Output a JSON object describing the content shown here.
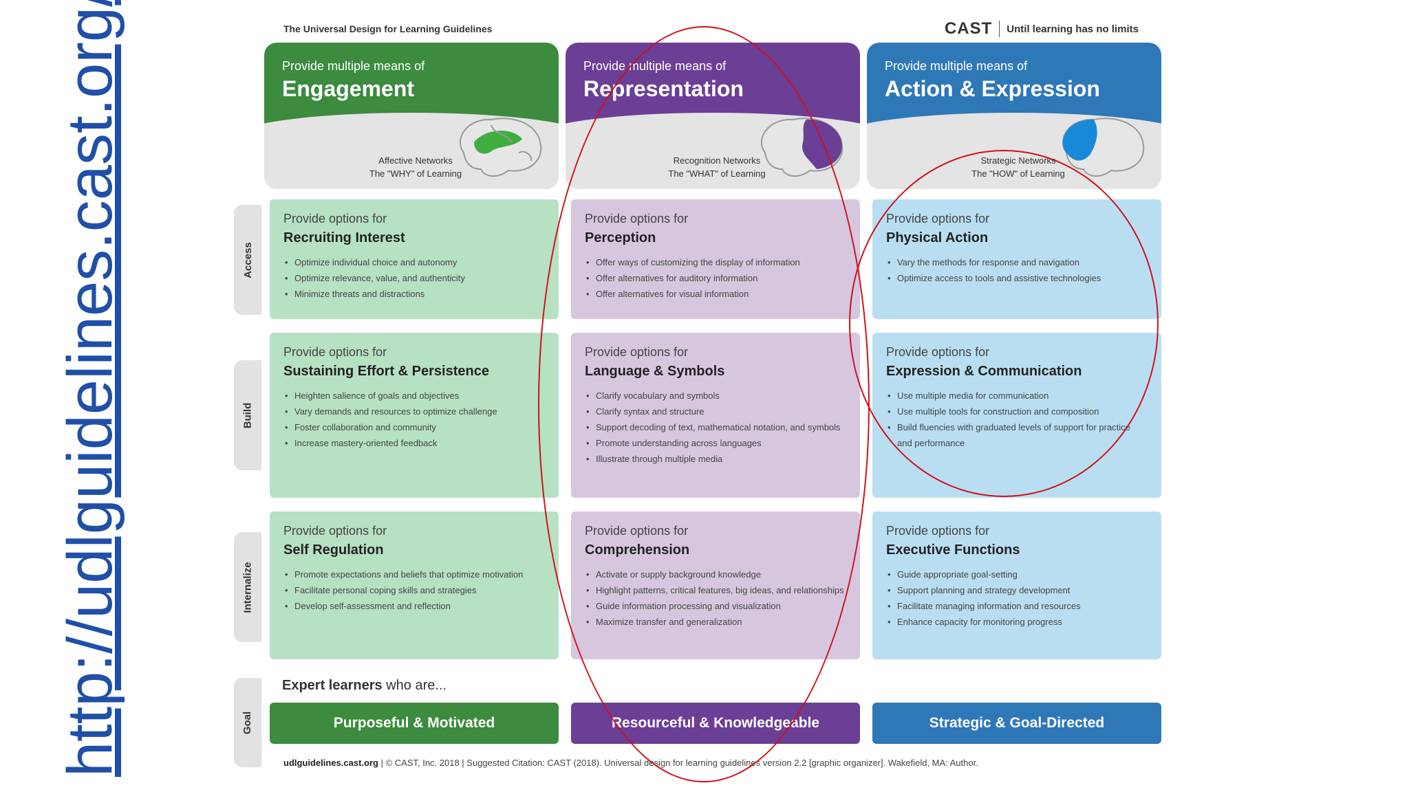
{
  "side_link": "http://udlguidelines.cast.org/",
  "header": {
    "title": "The Universal Design for Learning Guidelines",
    "brand": "CAST",
    "tagline": "Until learning has no limits"
  },
  "colors": {
    "engagement": "#3c8b3f",
    "representation": "#6b3f96",
    "action": "#2f78b8",
    "annotation": "#d0101a",
    "link": "#1f4fa8"
  },
  "principles": [
    {
      "pre": "Provide multiple means of",
      "title": "Engagement",
      "network": "Affective Networks",
      "sub": "The \"WHY\" of Learning",
      "icon": "brain-icon"
    },
    {
      "pre": "Provide multiple means of",
      "title": "Representation",
      "network": "Recognition Networks",
      "sub": "The \"WHAT\" of Learning",
      "icon": "brain-icon"
    },
    {
      "pre": "Provide multiple means of",
      "title": "Action & Expression",
      "network": "Strategic Networks",
      "sub": "The \"HOW\" of Learning",
      "icon": "brain-icon"
    }
  ],
  "rows": [
    "Access",
    "Build",
    "Internalize",
    "Goal"
  ],
  "cells": {
    "engagement": [
      {
        "pre": "Provide options for",
        "head": "Recruiting Interest",
        "items": [
          "Optimize individual choice and autonomy",
          "Optimize relevance, value, and authenticity",
          "Minimize threats and distractions"
        ]
      },
      {
        "pre": "Provide options for",
        "head": "Sustaining Effort & Persistence",
        "items": [
          "Heighten salience of goals and objectives",
          "Vary demands and resources to optimize challenge",
          "Foster collaboration and community",
          "Increase mastery-oriented feedback"
        ]
      },
      {
        "pre": "Provide options for",
        "head": "Self Regulation",
        "items": [
          "Promote expectations and beliefs that optimize motivation",
          "Facilitate personal coping skills and strategies",
          "Develop self-assessment and reflection"
        ]
      }
    ],
    "representation": [
      {
        "pre": "Provide options for",
        "head": "Perception",
        "items": [
          "Offer ways of customizing the display of information",
          "Offer alternatives for auditory information",
          "Offer alternatives for visual information"
        ]
      },
      {
        "pre": "Provide options for",
        "head": "Language & Symbols",
        "items": [
          "Clarify vocabulary and symbols",
          "Clarify syntax and structure",
          "Support decoding of text, mathematical notation, and symbols",
          "Promote understanding across languages",
          "Illustrate through multiple media"
        ]
      },
      {
        "pre": "Provide options for",
        "head": "Comprehension",
        "items": [
          "Activate or supply background knowledge",
          "Highlight patterns, critical features, big ideas, and relationships",
          "Guide information processing and visualization",
          "Maximize transfer and generalization"
        ]
      }
    ],
    "action": [
      {
        "pre": "Provide options for",
        "head": "Physical Action",
        "items": [
          "Vary the methods for response and navigation",
          "Optimize access to tools and assistive technologies"
        ]
      },
      {
        "pre": "Provide options for",
        "head": "Expression & Communication",
        "items": [
          "Use multiple media for communication",
          "Use multiple tools for construction and composition",
          "Build fluencies with graduated levels of support for practice and performance"
        ]
      },
      {
        "pre": "Provide options for",
        "head": "Executive Functions",
        "items": [
          "Guide appropriate goal-setting",
          "Support planning and strategy development",
          "Facilitate managing information and resources",
          "Enhance capacity for monitoring progress"
        ]
      }
    ]
  },
  "goal": {
    "intro_bold": "Expert learners",
    "intro_rest": " who are...",
    "items": [
      "Purposeful & Motivated",
      "Resourceful & Knowledgeable",
      "Strategic & Goal-Directed"
    ]
  },
  "footer": {
    "site": "udlguidelines.cast.org",
    "rest": " | © CAST, Inc. 2018  |  Suggested Citation: CAST (2018). Universal design for learning guidelines version 2.2 [graphic organizer]. Wakefield, MA: Author."
  }
}
